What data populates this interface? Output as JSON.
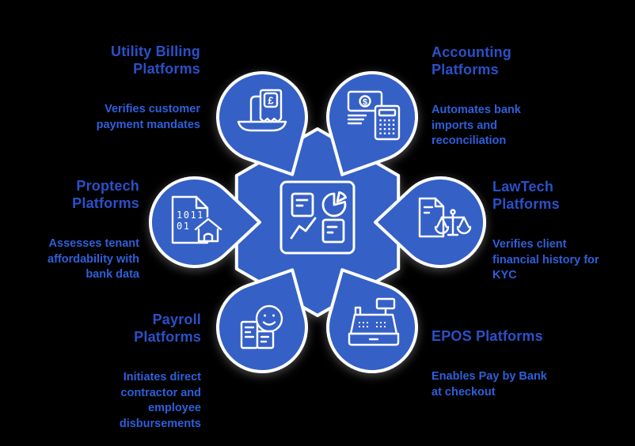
{
  "palette": {
    "background": "#000000",
    "shape_blue": "#3560C6",
    "outline_white": "#FFFFFF",
    "heading_blue": "#2B50C8",
    "description_blue": "#2F5FD9"
  },
  "center": {
    "icon": "dashboard-icon"
  },
  "nodes": [
    {
      "id": "utility-billing",
      "icon": "utility-bill-receipt-icon",
      "align": "right",
      "heading": "Utility Billing\nPlatforms",
      "description": "Verifies customer\npayment mandates"
    },
    {
      "id": "accounting",
      "icon": "banknote-calculator-icon",
      "align": "left",
      "heading": "Accounting\nPlatforms",
      "description": "Automates bank\nimports and\nreconciliation"
    },
    {
      "id": "lawtech",
      "icon": "legal-document-scales-icon",
      "align": "left",
      "heading": "LawTech\nPlatforms",
      "description": "Verifies client\nfinancial history for\nKYC"
    },
    {
      "id": "epos",
      "icon": "cash-register-icon",
      "align": "left",
      "heading": "EPOS Platforms",
      "description": "Enables Pay by Bank\nat checkout"
    },
    {
      "id": "payroll",
      "icon": "employee-smiley-payslip-icon",
      "align": "right",
      "heading": "Payroll\nPlatforms",
      "description": "Initiates direct\ncontractor and\nemployee\ndisbursements"
    },
    {
      "id": "proptech",
      "icon": "binary-document-house-icon",
      "align": "right",
      "heading": "Proptech\nPlatforms",
      "description": "Assesses tenant\naffordability with\nbank data"
    }
  ]
}
